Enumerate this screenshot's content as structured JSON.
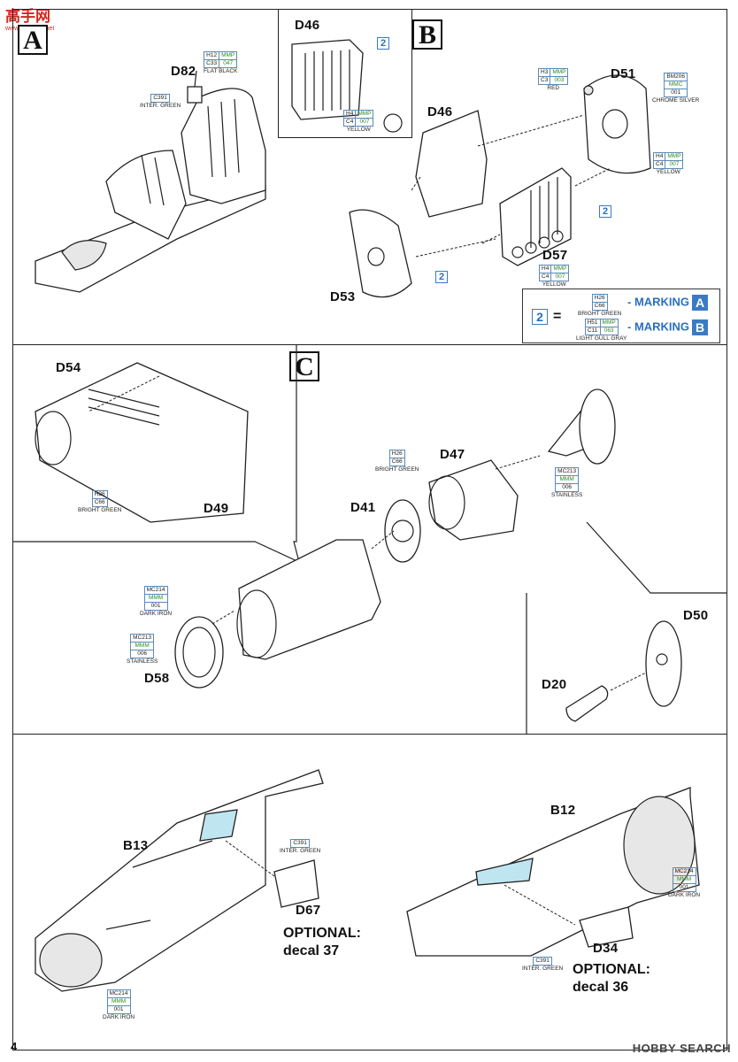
{
  "watermark": {
    "title": "高手网",
    "url": "www.gaoshou.net"
  },
  "steps": {
    "a": "A",
    "b": "B",
    "c": "C"
  },
  "parts": {
    "d82": "D82",
    "d46_top": "D46",
    "d46": "D46",
    "d51": "D51",
    "d53": "D53",
    "d57": "D57",
    "d54": "D54",
    "d49": "D49",
    "d47": "D47",
    "d41": "D41",
    "d58": "D58",
    "d50": "D50",
    "d20": "D20",
    "b13": "B13",
    "d67": "D67",
    "b12": "B12",
    "d34": "D34"
  },
  "colors": {
    "flat_black": {
      "c1": "H12",
      "c2": "MMP",
      "c3": "C33",
      "c4": "047",
      "name": "FLAT BLACK"
    },
    "inter_green": {
      "c1": "C391",
      "name": "INTER. GREEN"
    },
    "yellow_top": {
      "c1": "H4",
      "c2": "MMP",
      "c3": "C4",
      "c4": "007",
      "name": "YELLOW"
    },
    "red": {
      "c1": "H3",
      "c2": "MMP",
      "c3": "C3",
      "c4": "003",
      "name": "RED"
    },
    "chrome_silver": {
      "c1": "BM206",
      "c2": "MMC",
      "c3": "001",
      "name": "CHROME SILVER"
    },
    "yellow_d51": {
      "c1": "H4",
      "c2": "MMP",
      "c3": "C4",
      "c4": "007",
      "name": "YELLOW"
    },
    "yellow_d57": {
      "c1": "H4",
      "c2": "MMP",
      "c3": "C4",
      "c4": "007",
      "name": "YELLOW"
    },
    "bright_green_d49": {
      "c1": "H26",
      "c2": "C66",
      "name": "BRIGHT GREEN"
    },
    "bright_green_d41": {
      "c1": "H26",
      "c2": "C66",
      "name": "BRIGHT GREEN"
    },
    "stainless_d47": {
      "c1": "MC213",
      "c2": "MMM",
      "c3": "006",
      "name": "STAINLESS"
    },
    "dark_iron_d58": {
      "c1": "MC214",
      "c2": "MMM",
      "c3": "001",
      "name": "DARK IRON"
    },
    "stainless_d58": {
      "c1": "MC213",
      "c2": "MMM",
      "c3": "006",
      "name": "STAINLESS"
    },
    "inter_green_b13": {
      "c1": "C391",
      "name": "INTER. GREEN"
    },
    "dark_iron_b13": {
      "c1": "MC214",
      "c2": "MMM",
      "c3": "001",
      "name": "DARK IRON"
    },
    "dark_iron_b12": {
      "c1": "MC214",
      "c2": "MMM",
      "c3": "001",
      "name": "DARK IRON"
    },
    "inter_green_b12": {
      "c1": "C391",
      "name": "INTER. GREEN"
    }
  },
  "number_refs": {
    "two": "2"
  },
  "legend": {
    "num": "2",
    "eq": "=",
    "a": {
      "c1": "H26",
      "c2": "C66",
      "name": "BRIGHT GREEN",
      "label": "- MARKING",
      "box": "A"
    },
    "b": {
      "c1": "H51",
      "c2": "MMP",
      "c3": "C11",
      "c4": "063",
      "name": "LIGHT GULL GRAY",
      "label": "- MARKING",
      "box": "B"
    }
  },
  "optional": {
    "b13": {
      "line1": "OPTIONAL:",
      "line2": "decal 37"
    },
    "b12": {
      "line1": "OPTIONAL:",
      "line2": "decal 36"
    }
  },
  "page": {
    "number": "4",
    "footer": "HOBBY SEARCH"
  }
}
